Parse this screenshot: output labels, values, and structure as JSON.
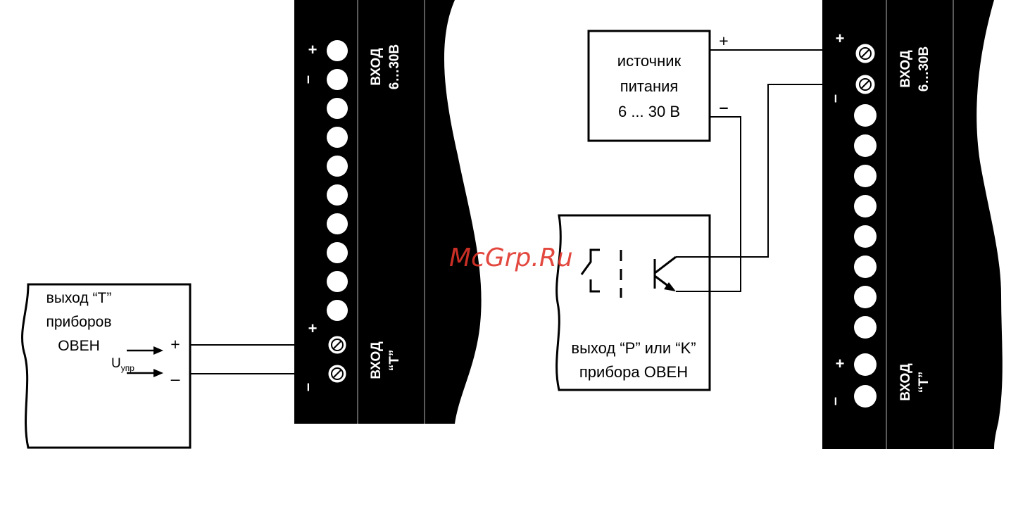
{
  "diagram": {
    "left": {
      "device_label": [
        "выход “T”",
        "приборов",
        "ОВЕН"
      ],
      "voltage_symbol": "U",
      "voltage_subscript": "упр",
      "plus": "+",
      "minus": "–",
      "block_top_label": [
        "ВХОД",
        "6…30В"
      ],
      "block_bottom_label": [
        "ВХОД",
        "“Т”"
      ]
    },
    "right": {
      "power_supply_label": [
        "источник",
        "питания",
        "6 ... 30 В"
      ],
      "device_label": [
        "выход “P” или “K”",
        "прибора ОВЕН"
      ],
      "plus": "+",
      "minus": "–",
      "block_top_label": [
        "ВХОД",
        "6…30В"
      ],
      "block_bottom_label": [
        "ВХОД",
        "“Т”"
      ]
    },
    "watermark": "McGrp.Ru",
    "colors": {
      "block": "#000000",
      "wire": "#000000",
      "terminal": "#ffffff",
      "watermark": "#e0342a"
    }
  }
}
